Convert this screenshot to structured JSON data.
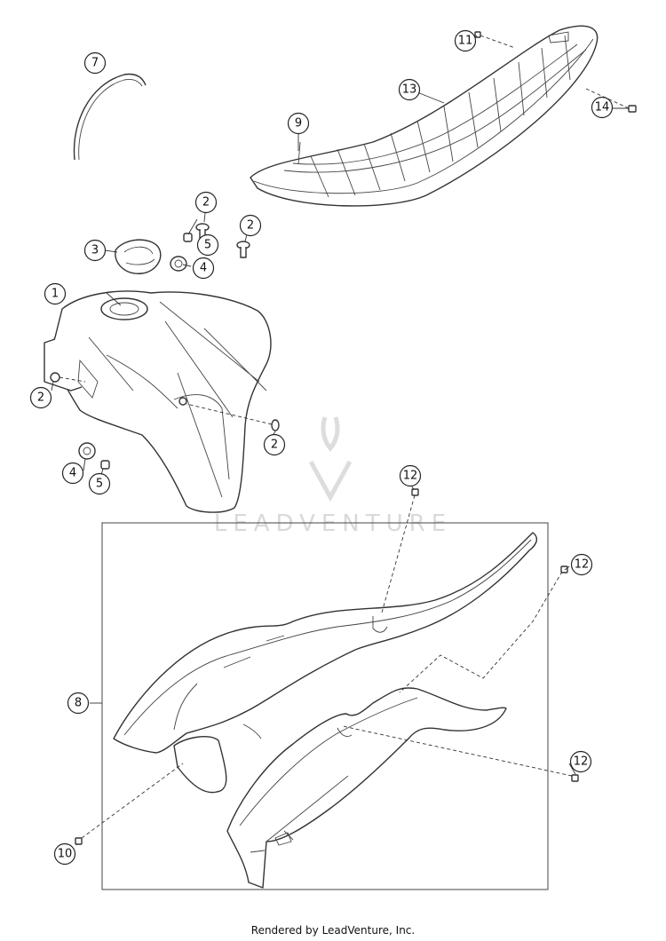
{
  "callouts": {
    "c1": "1",
    "c2a": "2",
    "c2b": "2",
    "c2c": "2",
    "c2d": "2",
    "c3": "3",
    "c4a": "4",
    "c4b": "4",
    "c5a": "5",
    "c5b": "5",
    "c7": "7",
    "c8": "8",
    "c9": "9",
    "c10": "10",
    "c11": "11",
    "c12a": "12",
    "c12b": "12",
    "c12c": "12",
    "c13": "13",
    "c14": "14"
  },
  "watermark": "LEADVENTURE",
  "footer": "Rendered by LeadVenture, Inc."
}
